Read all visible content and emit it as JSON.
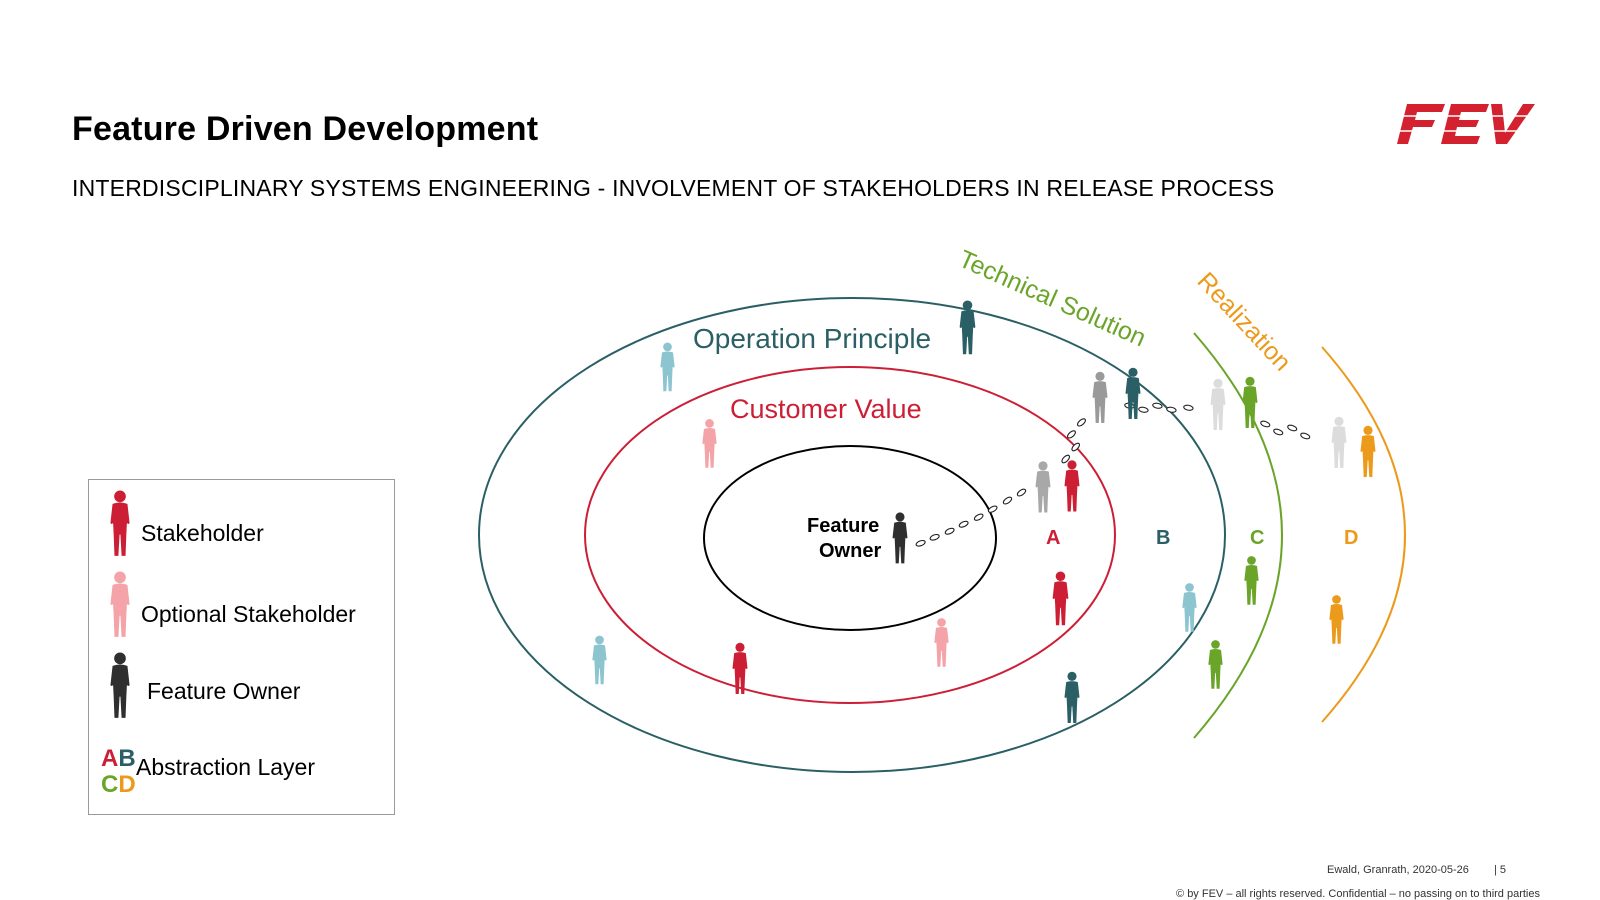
{
  "header": {
    "title": "Feature Driven Development",
    "subtitle": "INTERDISCIPLINARY SYSTEMS ENGINEERING - INVOLVEMENT OF STAKEHOLDERS IN RELEASE PROCESS",
    "logo_text": "FEV"
  },
  "diagram": {
    "center_label_line1": "Feature",
    "center_label_line2": "Owner",
    "ring_customer_value": "Customer Value",
    "ring_operation_principle": "Operation Principle",
    "arc_technical_solution": "Technical Solution",
    "arc_realization": "Realization",
    "layers": [
      "A",
      "B",
      "C",
      "D"
    ]
  },
  "legend": {
    "items": [
      {
        "label": "Stakeholder",
        "icon": "person-icon"
      },
      {
        "label": "Optional Stakeholder",
        "icon": "person-icon"
      },
      {
        "label": "Feature Owner",
        "icon": "person-icon"
      }
    ],
    "abstraction_letters": [
      "A",
      "B",
      "C",
      "D"
    ],
    "abstraction_label": "Abstraction Layer"
  },
  "footer": {
    "authors_date": "Ewald, Granrath, 2020-05-26",
    "page": "| 5",
    "copyright": "© by FEV – all rights reserved. Confidential – no passing on to third parties"
  },
  "colors": {
    "red": "#cc1f36",
    "pink": "#f4a3a8",
    "teal": "#2b5f66",
    "light_teal": "#8cc4d0",
    "green": "#6aa52a",
    "orange": "#ec9a1c",
    "dark": "#2f2f2f",
    "grey": "#9a9a9a"
  }
}
